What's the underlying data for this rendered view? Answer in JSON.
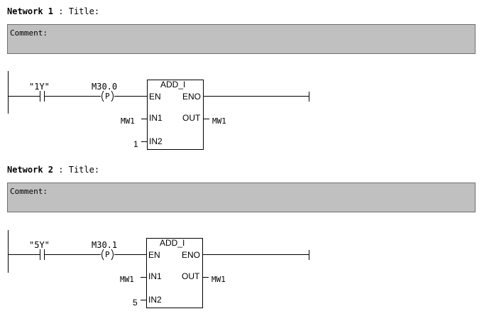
{
  "networks": [
    {
      "header": "Network 1",
      "title_text": ": Title:",
      "comment_label": "Comment:",
      "contact_tag": "\"1Y\"",
      "edge_tag": "M30.0",
      "edge_symbol": "P",
      "block_name": "ADD_I",
      "pin_en": "EN",
      "pin_eno": "ENO",
      "pin_in1": "IN1",
      "pin_in2": "IN2",
      "pin_out": "OUT",
      "in1_operand": "MW1",
      "in2_operand": "1",
      "out_operand": "MW1"
    },
    {
      "header": "Network 2",
      "title_text": ": Title:",
      "comment_label": "Comment:",
      "contact_tag": "\"5Y\"",
      "edge_tag": "M30.1",
      "edge_symbol": "P",
      "block_name": "ADD_I",
      "pin_en": "EN",
      "pin_eno": "ENO",
      "pin_in1": "IN1",
      "pin_in2": "IN2",
      "pin_out": "OUT",
      "in1_operand": "MW1",
      "in2_operand": "5",
      "out_operand": "MW1"
    }
  ]
}
